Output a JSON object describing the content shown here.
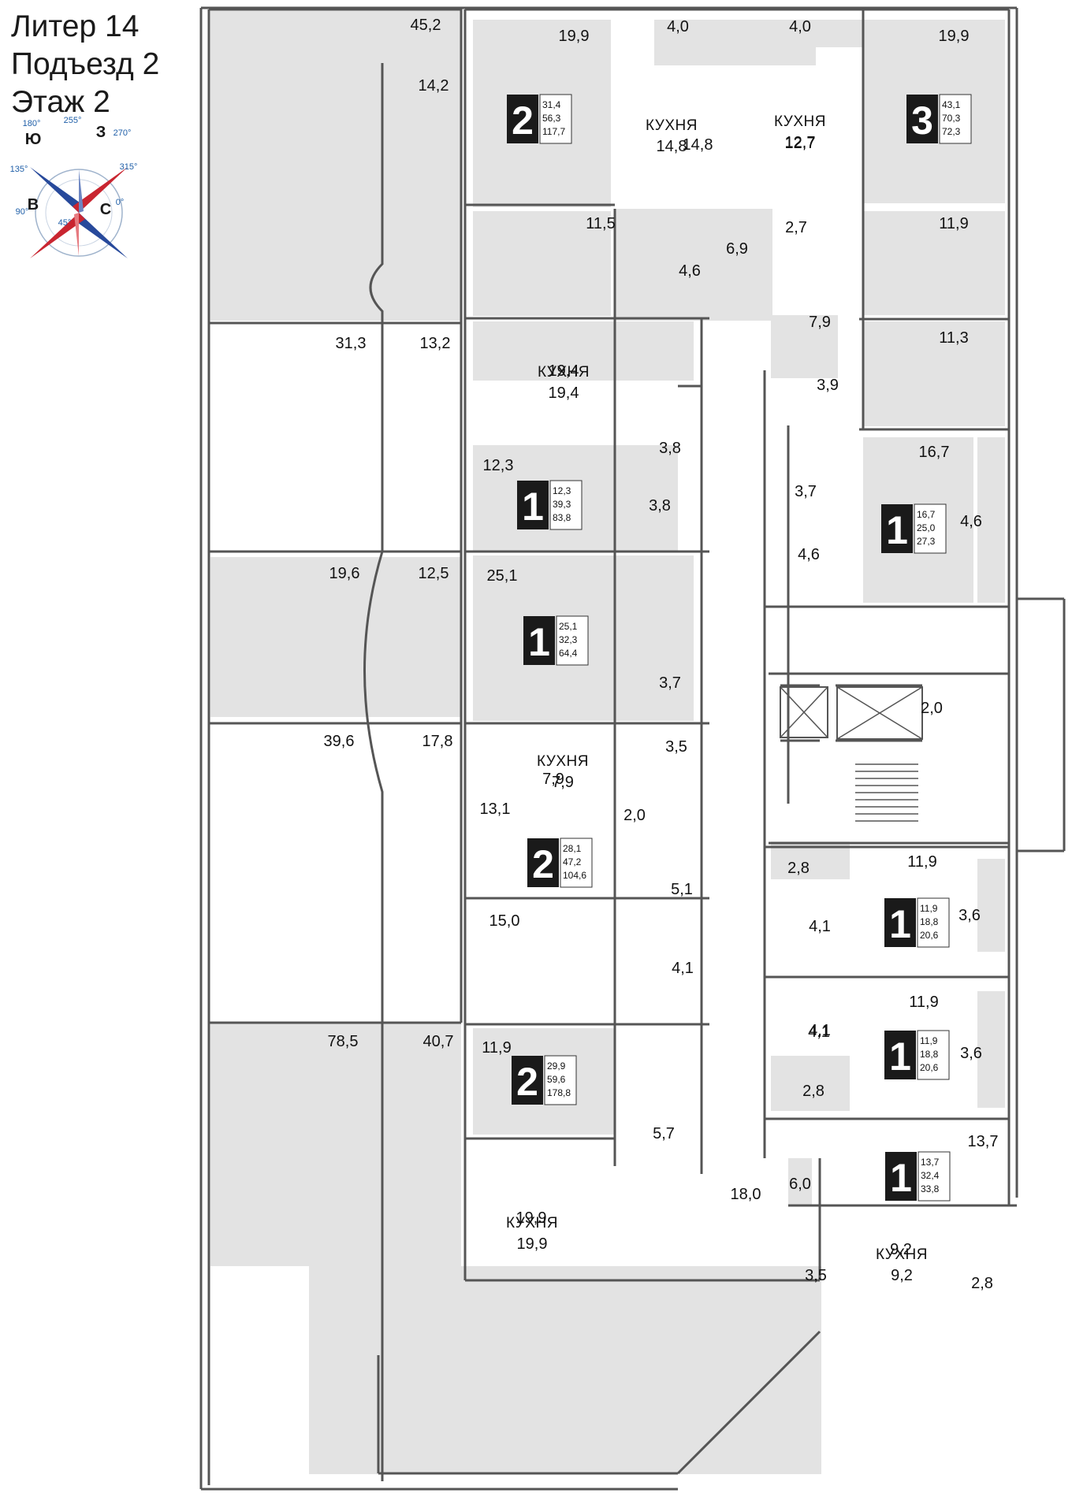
{
  "header": {
    "liter": "Литер 14",
    "entrance": "Подъезд 2",
    "floor": "Этаж 2"
  },
  "compass": {
    "labels": [
      "180°",
      "255°",
      "270°",
      "315°",
      "0°",
      "45°",
      "90°",
      "135°"
    ],
    "letters": [
      "Ю",
      "З",
      "С",
      "В"
    ]
  },
  "colors": {
    "apartment": "#e3e3e3",
    "white": "#ffffff",
    "wall": "#555555",
    "badge": "#1a1a1a"
  },
  "kitchen_word": "КУХНЯ",
  "rooms": [
    "45,2",
    "14,2",
    "31,3",
    "13,2",
    "19,6",
    "12,5",
    "39,6",
    "17,8",
    "78,5",
    "40,7",
    "19,9",
    "4,0",
    "4,0",
    "19,9",
    "14,8",
    "12,7",
    "11,5",
    "6,9",
    "2,7",
    "11,9",
    "4,6",
    "7,9",
    "11,3",
    "19,4",
    "3,9",
    "3,8",
    "16,7",
    "12,3",
    "3,8",
    "3,7",
    "4,6",
    "4,6",
    "25,1",
    "3,7",
    "2,0",
    "3,5",
    "7,9",
    "13,1",
    "2,0",
    "5,1",
    "2,8",
    "11,9",
    "4,1",
    "3,6",
    "15,0",
    "4,1",
    "4,1",
    "11,9",
    "3,6",
    "11,9",
    "4,1",
    "2,8",
    "5,7",
    "13,7",
    "6,0",
    "18,0",
    "19,9",
    "9,2",
    "3,5",
    "2,8"
  ],
  "kitchens": [
    "14,8",
    "12,7",
    "19,4",
    "7,9",
    "19,9",
    "9,2"
  ],
  "apartments": [
    {
      "rooms": "2",
      "lines": [
        "31,4",
        "56,3",
        "117,7"
      ]
    },
    {
      "rooms": "3",
      "lines": [
        "43,1",
        "70,3",
        "72,3"
      ]
    },
    {
      "rooms": "1",
      "lines": [
        "12,3",
        "39,3",
        "83,8"
      ]
    },
    {
      "rooms": "1",
      "lines": [
        "16,7",
        "25,0",
        "27,3"
      ]
    },
    {
      "rooms": "1",
      "lines": [
        "25,1",
        "32,3",
        "64,4"
      ]
    },
    {
      "rooms": "2",
      "lines": [
        "28,1",
        "47,2",
        "104,6"
      ]
    },
    {
      "rooms": "1",
      "lines": [
        "11,9",
        "18,8",
        "20,6"
      ]
    },
    {
      "rooms": "1",
      "lines": [
        "11,9",
        "18,8",
        "20,6"
      ]
    },
    {
      "rooms": "2",
      "lines": [
        "29,9",
        "59,6",
        "178,8"
      ]
    },
    {
      "rooms": "1",
      "lines": [
        "13,7",
        "32,4",
        "33,8"
      ]
    }
  ]
}
